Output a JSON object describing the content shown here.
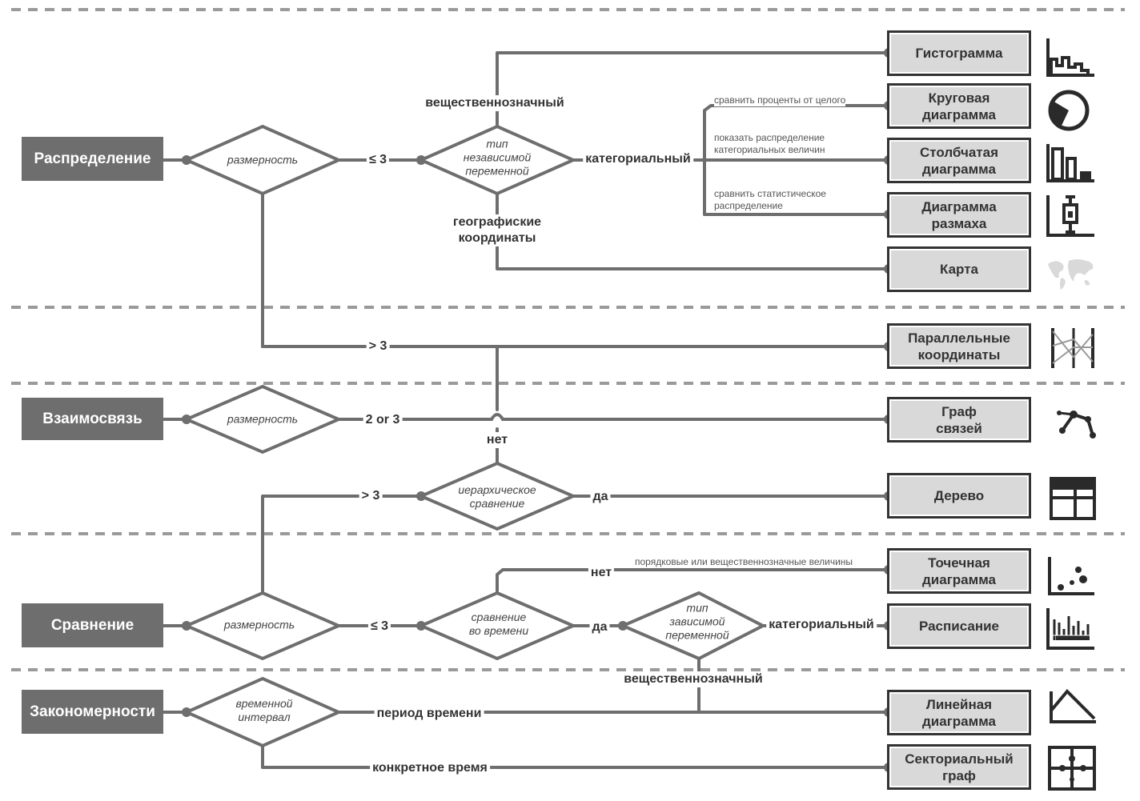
{
  "categories": {
    "distribution": "Распределение",
    "relationship": "Взаимосвязь",
    "comparison": "Сравнение",
    "patterns": "Закономерности"
  },
  "decisions": {
    "dim1": "размерность",
    "indep_var": "тип\nнезависимой\nпеременной",
    "dim2": "размерность",
    "hier": "иерархическое\nсравнение",
    "dim3": "размерность",
    "over_time": "сравнение\nво времени",
    "dep_var": "тип\nзависимой\nпеременной",
    "time_int": "временной\nинтервал"
  },
  "edge_labels": {
    "le3_a": "≤ 3",
    "real_valued_a": "вещественнозначный",
    "categorical_a": "категориальный",
    "geo": "географиские\nкоординаты",
    "gt3_a": "> 3",
    "two_or_three": "2 or 3",
    "no_a": "нет",
    "gt3_b": "> 3",
    "yes_a": "да",
    "no_b": "нет",
    "le3_b": "≤ 3",
    "yes_b": "да",
    "categorical_b": "категориальный",
    "real_valued_b": "вещественнозначный",
    "time_period": "период времени",
    "specific_time": "конкретное время"
  },
  "notes": {
    "compare_pct": "сравнить проценты от целого",
    "show_distribution": "показать распределение\nкатегориальных величин",
    "compare_stat": "сравнить статистическое\nраспределение",
    "ordinal_or_real": "порядковые или вещественнозначные величины"
  },
  "outputs": {
    "histogram": "Гистограмма",
    "pie": "Круговая\nдиаграмма",
    "bar": "Столбчатая\nдиаграмма",
    "boxplot": "Диаграмма\nразмаха",
    "map": "Карта",
    "parallel": "Параллельные\nкоординаты",
    "graph": "Граф\nсвязей",
    "tree": "Дерево",
    "scatter": "Точечная\nдиаграмма",
    "schedule": "Расписание",
    "line": "Линейная\nдиаграмма",
    "sector": "Секториальный\nграф"
  },
  "icons": {
    "histogram": "histogram-icon",
    "pie": "pie-chart-icon",
    "bar": "bar-chart-icon",
    "boxplot": "box-plot-icon",
    "map": "world-map-icon",
    "parallel": "parallel-coordinates-icon",
    "graph": "network-graph-icon",
    "tree": "treemap-icon",
    "scatter": "scatter-plot-icon",
    "schedule": "timeline-icon",
    "line": "line-chart-icon",
    "sector": "sector-graph-icon"
  },
  "colors": {
    "line": "#6e6e6e",
    "category_fill": "#6e6e6e",
    "output_fill": "#d9d9d9",
    "separator": "#9a9a9a"
  }
}
